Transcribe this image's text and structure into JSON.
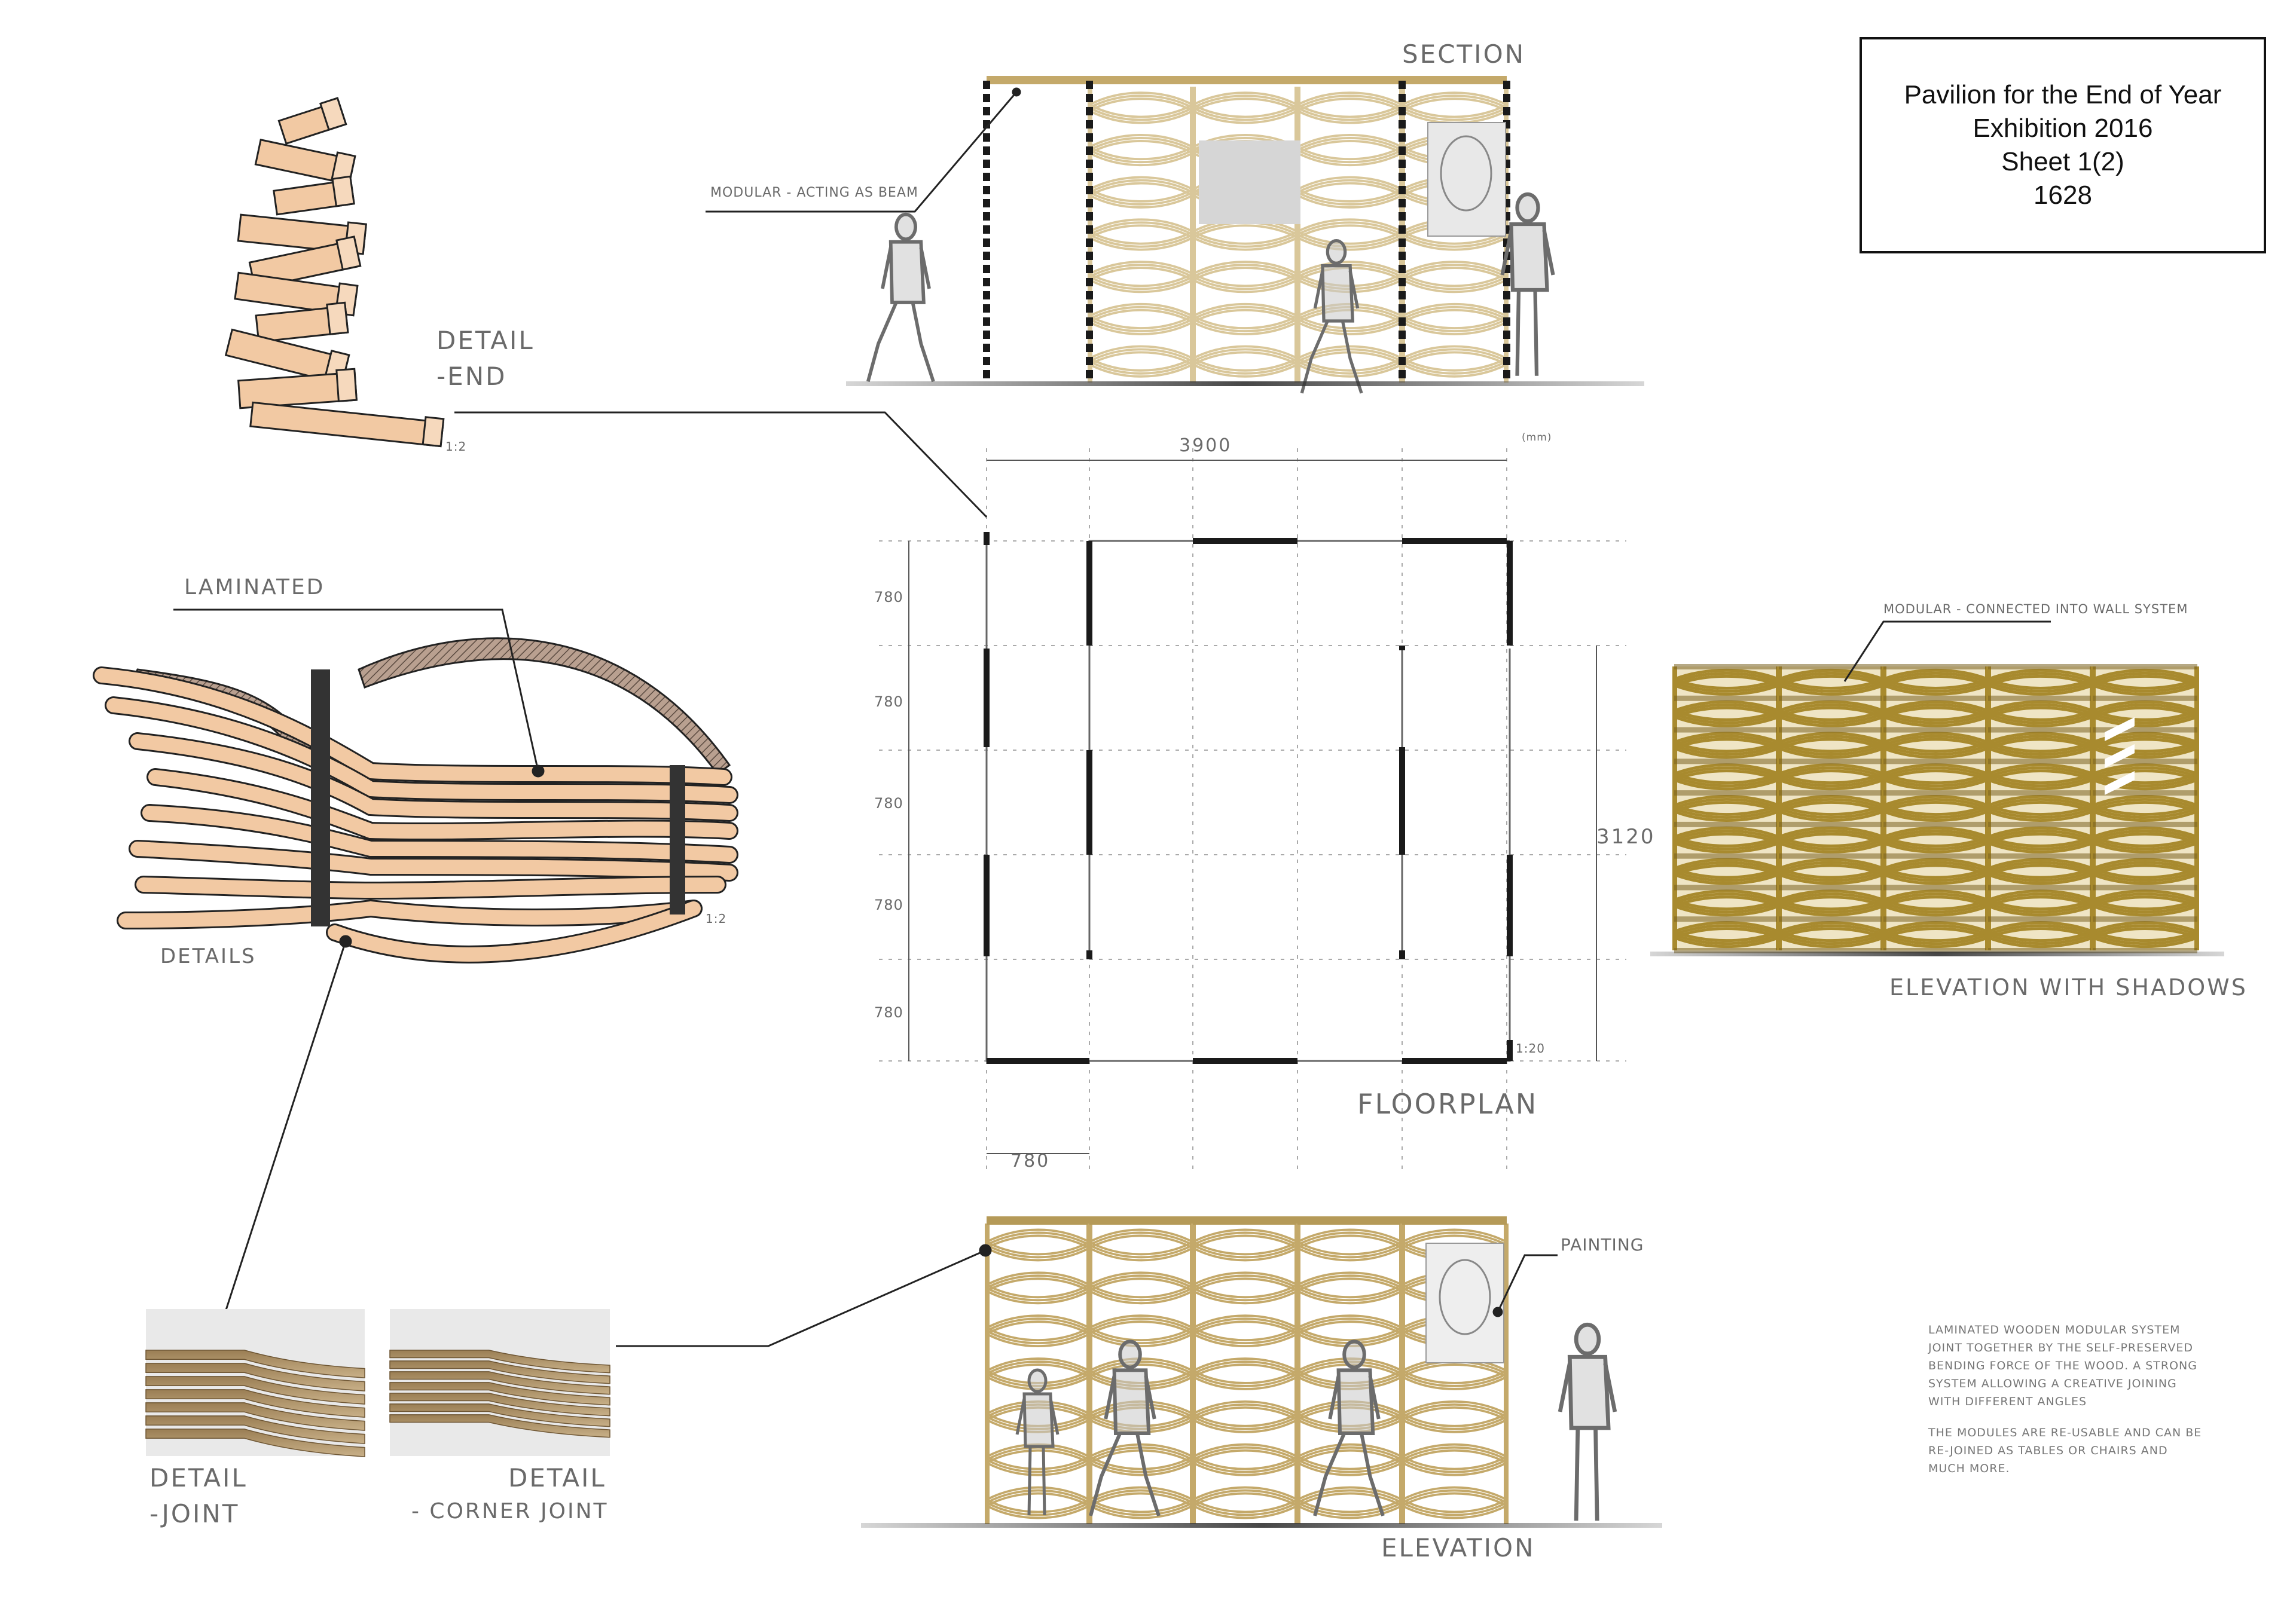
{
  "title_block": {
    "line1": "Pavilion for the End of Year",
    "line2": "Exhibition 2016",
    "line3": "Sheet 1(2)",
    "line4": "1628"
  },
  "labels": {
    "section": "SECTION",
    "modular_beam": "MODULAR - ACTING AS BEAM",
    "detail_end_1": "DETAIL",
    "detail_end_2": "-END",
    "scale_end": "1:2",
    "laminated": "LAMINATED",
    "details": "DETAILS",
    "scale_details": "1:2",
    "floorplan": "FLOORPLAN",
    "scale_plan": "1:20",
    "unit": "(mm)",
    "dim_top": "3900",
    "dim_right": "3120",
    "dim_bottom": "780",
    "dim_side": [
      "780",
      "780",
      "780",
      "780",
      "780"
    ],
    "modular_wall": "MODULAR - CONNECTED INTO WALL SYSTEM",
    "elevation_shadows": "ELEVATION WITH SHADOWS",
    "painting": "PAINTING",
    "elevation": "ELEVATION",
    "detail_joint_1": "DETAIL",
    "detail_joint_2": "-JOINT",
    "detail_corner_1": "DETAIL",
    "detail_corner_2": "- CORNER JOINT"
  },
  "notes": {
    "p1": "Laminated wooden modular system joint together by the self-preserved bending force of the wood. A strong system allowing a creative joining with different angles",
    "p2": "The modules are re-usable and can be re-joined as tables or chairs and much more."
  },
  "colors": {
    "wood_light": "#d9c79a",
    "wood_mid": "#c4a96a",
    "wood_dark": "#8f7a3c",
    "ink": "#1a1a1a",
    "detail_wood": "#f2c9a3",
    "ground": "#3a3a3a"
  }
}
